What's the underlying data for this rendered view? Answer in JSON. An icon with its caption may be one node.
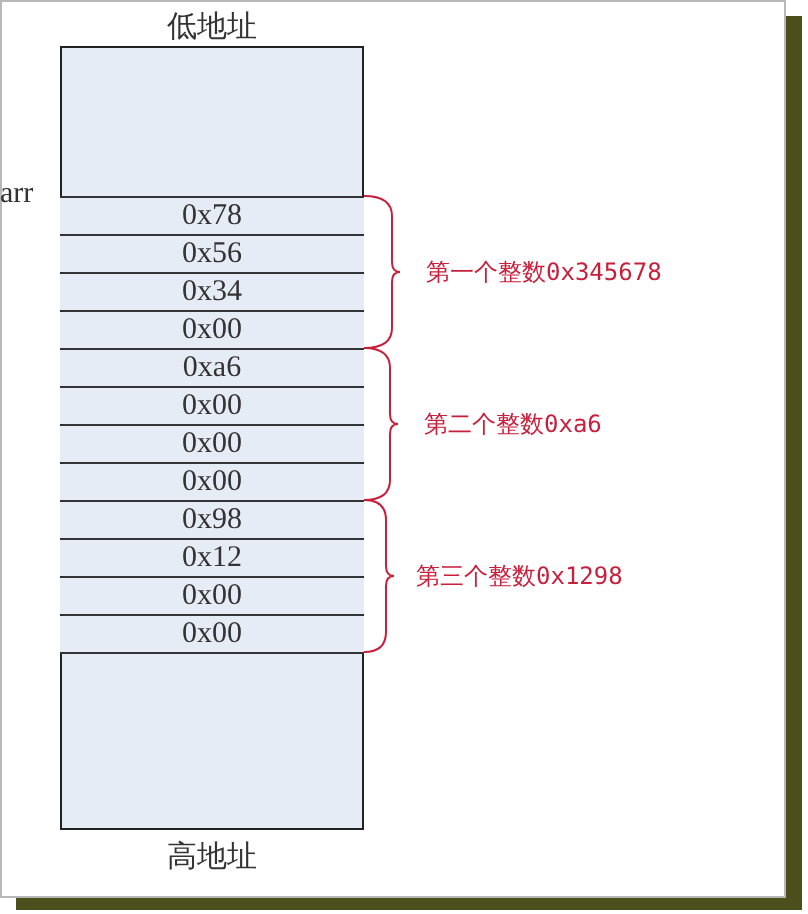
{
  "diagram": {
    "nodes": [
      {
        "text": [
          "低地址",
          "高地址"
        ]
      },
      {
        "text": [
          "0x78"
        ],
        "in": 0
      },
      {
        "text": [
          "0x56"
        ],
        "in": 0
      },
      {
        "text": [
          "0x34"
        ],
        "in": 0
      },
      {
        "text": [
          "0x00"
        ],
        "in": 0
      },
      {
        "text": [
          "0xa6"
        ],
        "in": 0
      },
      {
        "text": [
          "0x00"
        ],
        "in": 0
      },
      {
        "text": [
          "0x00"
        ],
        "in": 0
      },
      {
        "text": [
          "0x00"
        ],
        "in": 0
      },
      {
        "text": [
          "0x98"
        ],
        "in": 0
      },
      {
        "text": [
          "0x12"
        ],
        "in": 0
      },
      {
        "text": [
          "0x00"
        ],
        "in": 0
      },
      {
        "text": [
          "0x00"
        ],
        "in": 0
      }
    ],
    "labels": [
      "arr",
      "第一个整数0x345678",
      "第二个整数0xa6",
      "第三个整数0x1298"
    ]
  }
}
